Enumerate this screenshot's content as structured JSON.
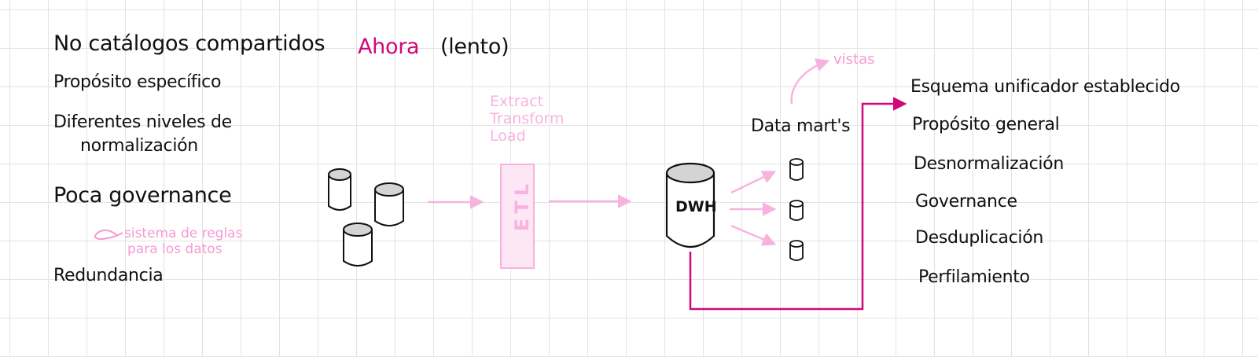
{
  "current_state": {
    "items": [
      "No catálogos compartidos",
      "Propósito específico",
      "Diferentes niveles de",
      "normalización",
      "Poca governance",
      "Redundancia"
    ],
    "governance_note": [
      "sistema de reglas",
      "para los datos"
    ]
  },
  "header": {
    "title_now": "Ahora",
    "title_slow": "(lento)"
  },
  "etl": {
    "note": [
      "Extract",
      "Transform",
      "Load"
    ],
    "box_label": "ETL"
  },
  "warehouse": {
    "label": "DWH",
    "data_marts_label": "Data mart's",
    "views_label": "vistas"
  },
  "target_state": {
    "items": [
      "Esquema unificador establecido",
      "Propósito general",
      "Desnormalización",
      "Governance",
      "Desduplicación",
      "Perfilamiento"
    ]
  },
  "colors": {
    "ink": "#111111",
    "magenta": "#d0087b",
    "light_pink": "#f7b3de",
    "grid": "#e3e3e3"
  },
  "icons": [
    "database-cylinder-icon",
    "arrow-right-icon",
    "curved-arrow-icon"
  ]
}
